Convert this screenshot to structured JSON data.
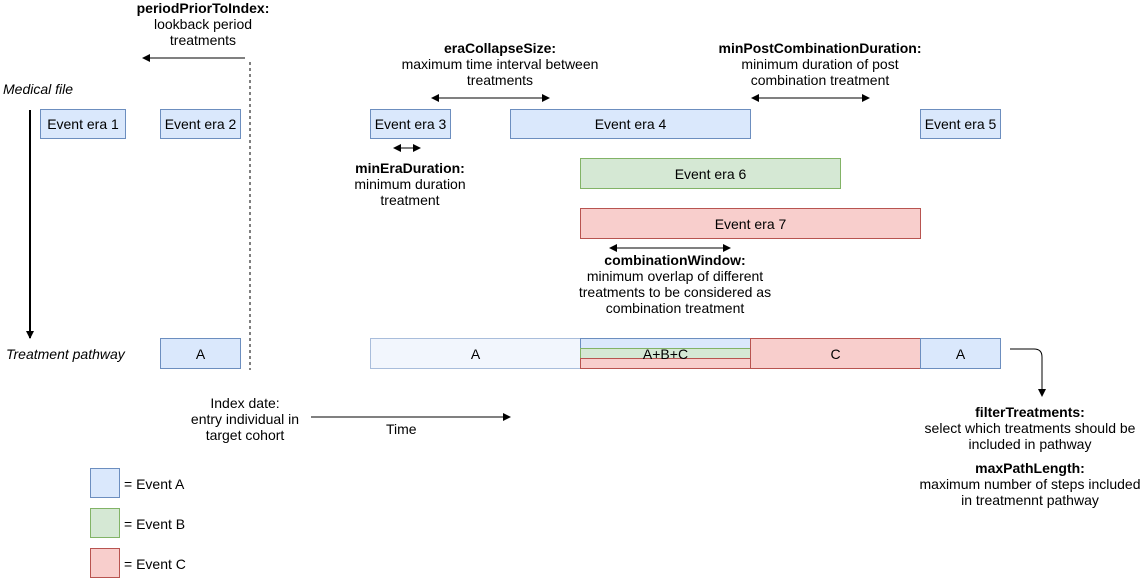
{
  "annotations": {
    "period_prior": {
      "title": "periodPriorToIndex:",
      "line1": "lookback period",
      "line2": "treatments"
    },
    "era_collapse": {
      "title": "eraCollapseSize:",
      "line1": "maximum time interval between",
      "line2": "treatments"
    },
    "min_post_combo": {
      "title": "minPostCombinationDuration:",
      "line1": "minimum duration of post",
      "line2": "combination treatment"
    },
    "min_era": {
      "title": "minEraDuration:",
      "line1": "minimum duration",
      "line2": "treatment"
    },
    "combo_window": {
      "title": "combinationWindow:",
      "line1": "minimum overlap of different",
      "line2": "treatments to be considered as",
      "line3": "combination treatment"
    },
    "filter_treatments": {
      "title": "filterTreatments:",
      "line1": "select which treatments should be",
      "line2": "included in pathway"
    },
    "max_path": {
      "title": "maxPathLength:",
      "line1": "maximum number of steps included",
      "line2": "in treatmennt pathway"
    }
  },
  "labels": {
    "medical_file": "Medical file",
    "treatment_pathway": "Treatment pathway",
    "index_date_1": "Index date:",
    "index_date_2": "entry individual in",
    "index_date_3": "target cohort",
    "time": "Time"
  },
  "event_eras": [
    {
      "label": "Event era 1",
      "type": "A"
    },
    {
      "label": "Event era 2",
      "type": "A"
    },
    {
      "label": "Event era 3",
      "type": "A"
    },
    {
      "label": "Event era 4",
      "type": "A"
    },
    {
      "label": "Event era 5",
      "type": "A"
    },
    {
      "label": "Event era 6",
      "type": "B"
    },
    {
      "label": "Event era 7",
      "type": "C"
    }
  ],
  "pathway": [
    {
      "label": "A",
      "type": "A"
    },
    {
      "label": "A",
      "type": "A-faint"
    },
    {
      "label": "A+B+C",
      "type": "A+B+C"
    },
    {
      "label": "C",
      "type": "C"
    },
    {
      "label": "A",
      "type": "A"
    }
  ],
  "legend": [
    {
      "label": "= Event A",
      "color": "#dae8fc"
    },
    {
      "label": "= Event B",
      "color": "#d5e8d4"
    },
    {
      "label": "= Event C",
      "color": "#f8cecc"
    }
  ],
  "colors": {
    "event_a_fill": "#dae8fc",
    "event_a_stroke": "#6c8ebf",
    "event_b_fill": "#d5e8d4",
    "event_b_stroke": "#82b366",
    "event_c_fill": "#f8cecc",
    "event_c_stroke": "#b85450"
  }
}
